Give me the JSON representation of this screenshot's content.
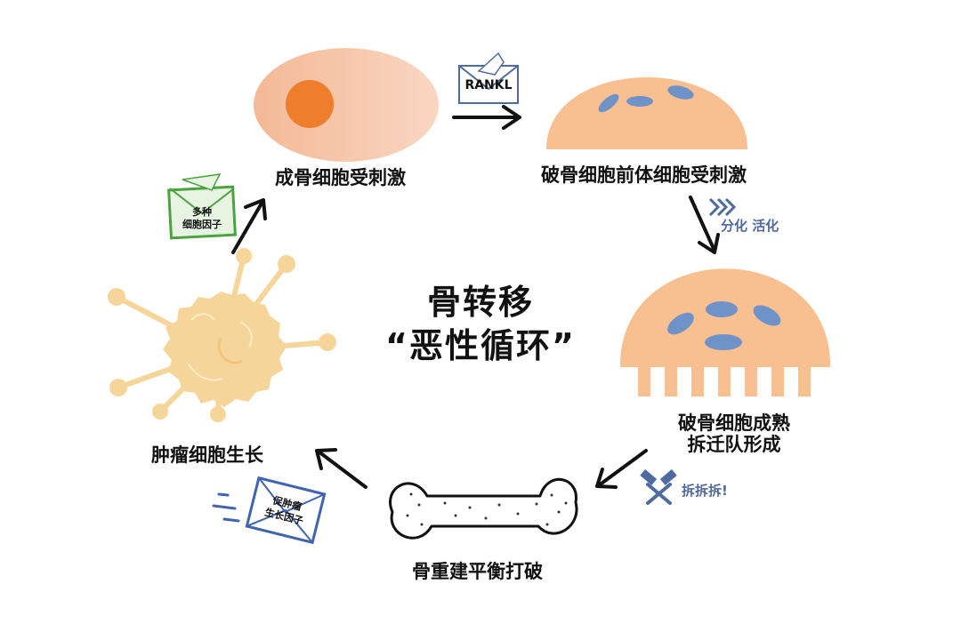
{
  "title": {
    "line1": "骨转移",
    "line2": "“恶性循环”"
  },
  "stages": {
    "osteoblast": "成骨细胞受刺激",
    "precursor": "破骨细胞前体细胞受刺激",
    "mature_line1": "破骨细胞成熟",
    "mature_line2": "拆迁队形成",
    "bone": "骨重建平衡打破",
    "tumor": "肿瘤细胞生长"
  },
  "signals": {
    "rankl": "RANKL",
    "cytokines_line1": "多种",
    "cytokines_line2": "细胞因子",
    "growth_factor_line1": "促肿瘤",
    "growth_factor_line2": "生长因子"
  },
  "notes": {
    "differentiate": "分化 活化",
    "demolish": "拆拆拆!"
  },
  "colors": {
    "osteoblast_body": "#f6c6a8",
    "osteoblast_nucleus": "#ee7d2c",
    "osteoclast_body": "#f8bf90",
    "osteoclast_nucleus": "#6f93c9",
    "tumor_body": "#f6d59a",
    "arrow": "#111111",
    "envelope_blue": "#4f6aa0",
    "envelope_green": "#4aa43e",
    "envelope_dark_blue": "#3f64b0"
  }
}
